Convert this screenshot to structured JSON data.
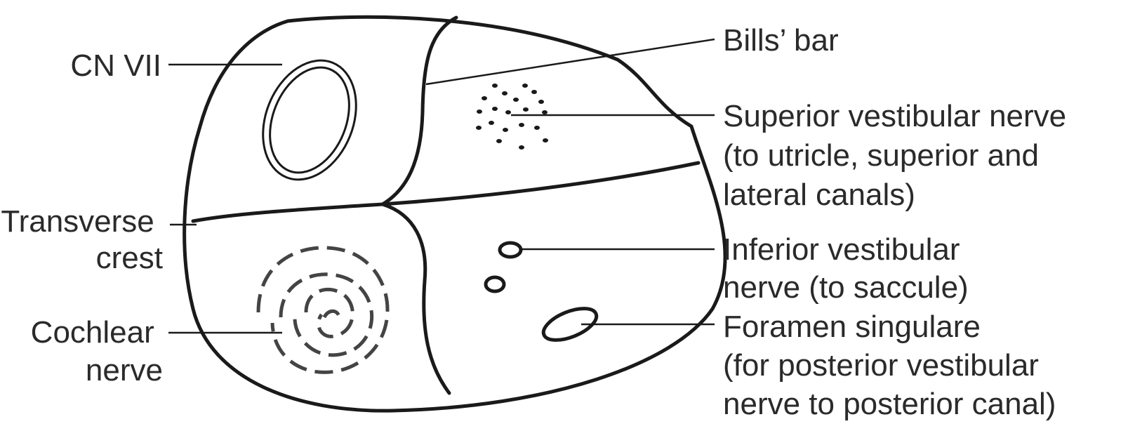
{
  "labels": {
    "cn_vii": [
      "CN VII"
    ],
    "bills_bar": [
      "Bills’ bar"
    ],
    "superior_vestibular": [
      "Superior vestibular nerve",
      "(to utricle, superior and",
      "lateral canals)"
    ],
    "transverse_crest": [
      "Transverse",
      "crest"
    ],
    "inferior_vestibular": [
      "Inferior vestibular",
      "nerve (to saccule)"
    ],
    "cochlear_nerve": [
      "Cochlear",
      "nerve"
    ],
    "foramen_singulare": [
      "Foramen singulare",
      "(for posterior vestibular",
      "nerve to posterior canal)"
    ]
  },
  "colors": {
    "line": "#1a1a1a",
    "text": "#2a2a2a",
    "background": "#ffffff"
  }
}
